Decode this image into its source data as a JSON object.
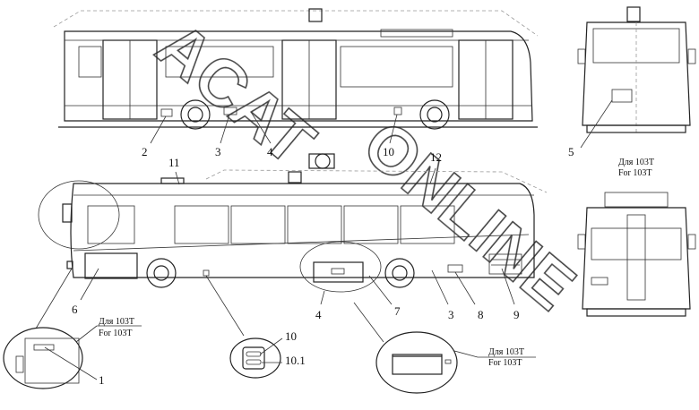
{
  "watermark": "ACAT ONLINE",
  "callouts": {
    "top_view": [
      "2",
      "3",
      "4",
      "10"
    ],
    "rear_view": "5",
    "side_view_top": [
      "11",
      "12"
    ],
    "side_view_bottom": [
      "6",
      "4",
      "7",
      "3",
      "8",
      "9"
    ],
    "detail_lamp": [
      "10",
      "10.1"
    ],
    "detail_front": "1"
  },
  "notes": {
    "ru": "Для 103Т",
    "en": "For 103T"
  }
}
